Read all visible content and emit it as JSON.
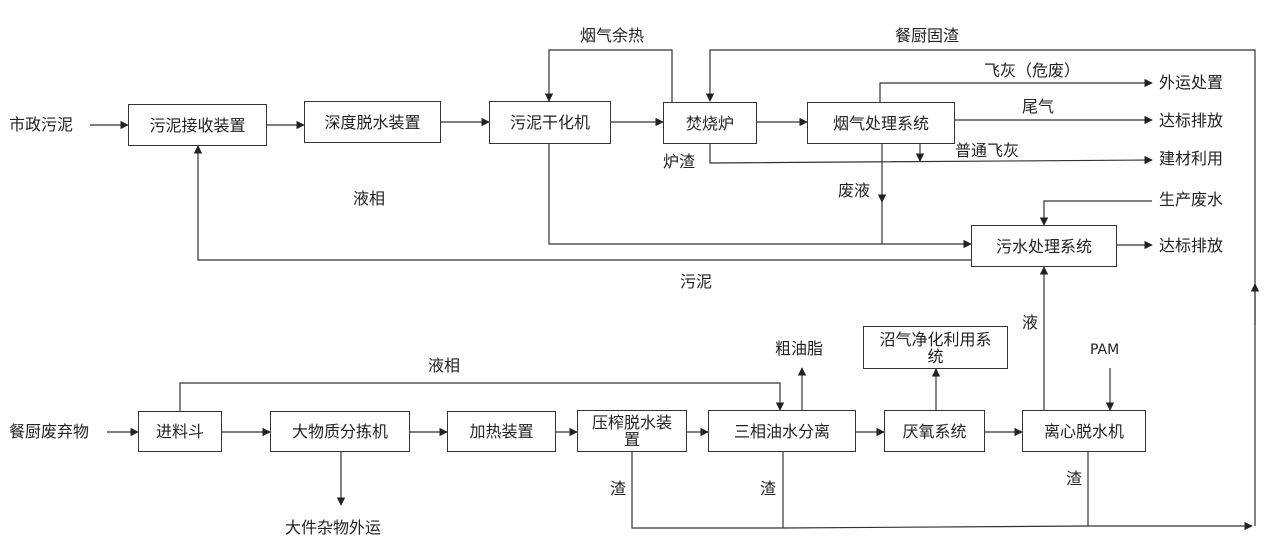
{
  "boxes": {
    "sludge_receive": "污泥接收装置",
    "deep_dewater": "深度脱水装置",
    "sludge_dryer": "污泥干化机",
    "incinerator": "焚烧炉",
    "flue_gas_system": "烟气处理系统",
    "wastewater_system": "污水处理系统",
    "feed_hopper": "进料斗",
    "sorting_machine": "大物质分拣机",
    "heating_device": "加热装置",
    "press_dewater": "压榨脱水装置",
    "three_phase": "三相油水分离",
    "anaerobic": "厌氧系统",
    "centrifuge": "离心脱水机",
    "biogas": "沼气净化利用系统"
  },
  "labels": {
    "municipal_sludge": "市政污泥",
    "flue_heat": "烟气余热",
    "kitchen_residue": "餐厨固渣",
    "fly_ash_hazard": "飞灰（危废）",
    "offsite_disposal": "外运处置",
    "tail_gas": "尾气",
    "discharge_1": "达标排放",
    "furnace_slag": "炉渣",
    "common_fly_ash": "普通飞灰",
    "building_use": "建材利用",
    "liquid_phase_top": "液相",
    "waste_liquid": "废液",
    "production_wastewater": "生产废水",
    "discharge_2": "达标排放",
    "sludge": "污泥",
    "liquid": "液",
    "pam": "PAM",
    "crude_oil": "粗油脂",
    "liquid_phase_bottom": "液相",
    "kitchen_waste": "餐厨废弃物",
    "bulky_waste": "大件杂物外运",
    "slag_1": "渣",
    "slag_2": "渣",
    "slag_3": "渣"
  }
}
